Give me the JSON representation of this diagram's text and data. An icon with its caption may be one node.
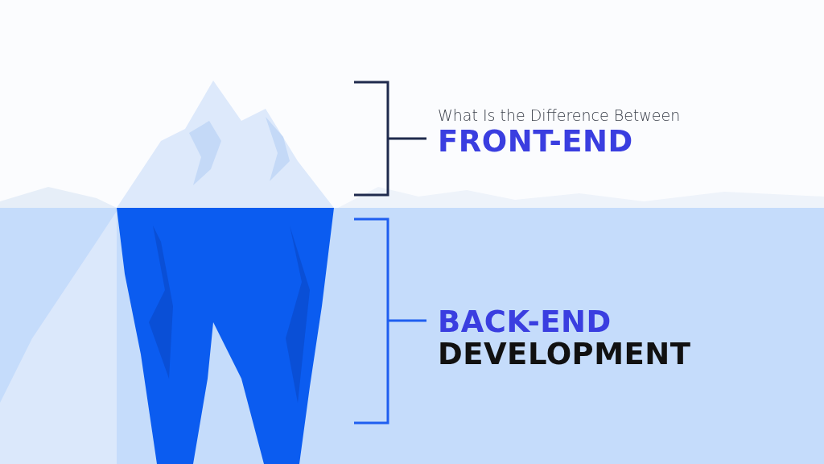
{
  "diagram": {
    "labels": [
      "What Is the Difference Between",
      "FRONT-END",
      "BACK-END",
      "DEVELOPMENT"
    ]
  }
}
